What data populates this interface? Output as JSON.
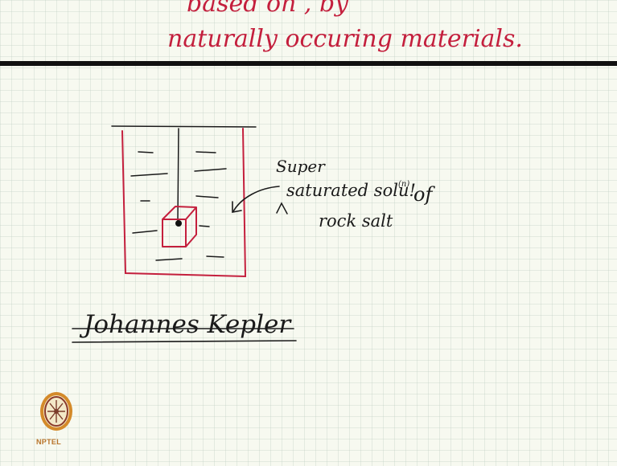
{
  "note": {
    "top_line_partial": "based on , by",
    "top_line": "naturally occuring materials.",
    "annotation_line1": "Super",
    "annotation_line2": "saturated solu!",
    "annotation_superscript": "(n)",
    "annotation_of": "of",
    "annotation_line3": "rock salt",
    "name": "Johannes Kepler"
  },
  "logo": {
    "label": "NPTEL"
  },
  "colors": {
    "red_ink": "#c41f3d",
    "black_ink": "#1a1a1a",
    "paper": "#f7f9f0",
    "logo": "#b8742a"
  }
}
